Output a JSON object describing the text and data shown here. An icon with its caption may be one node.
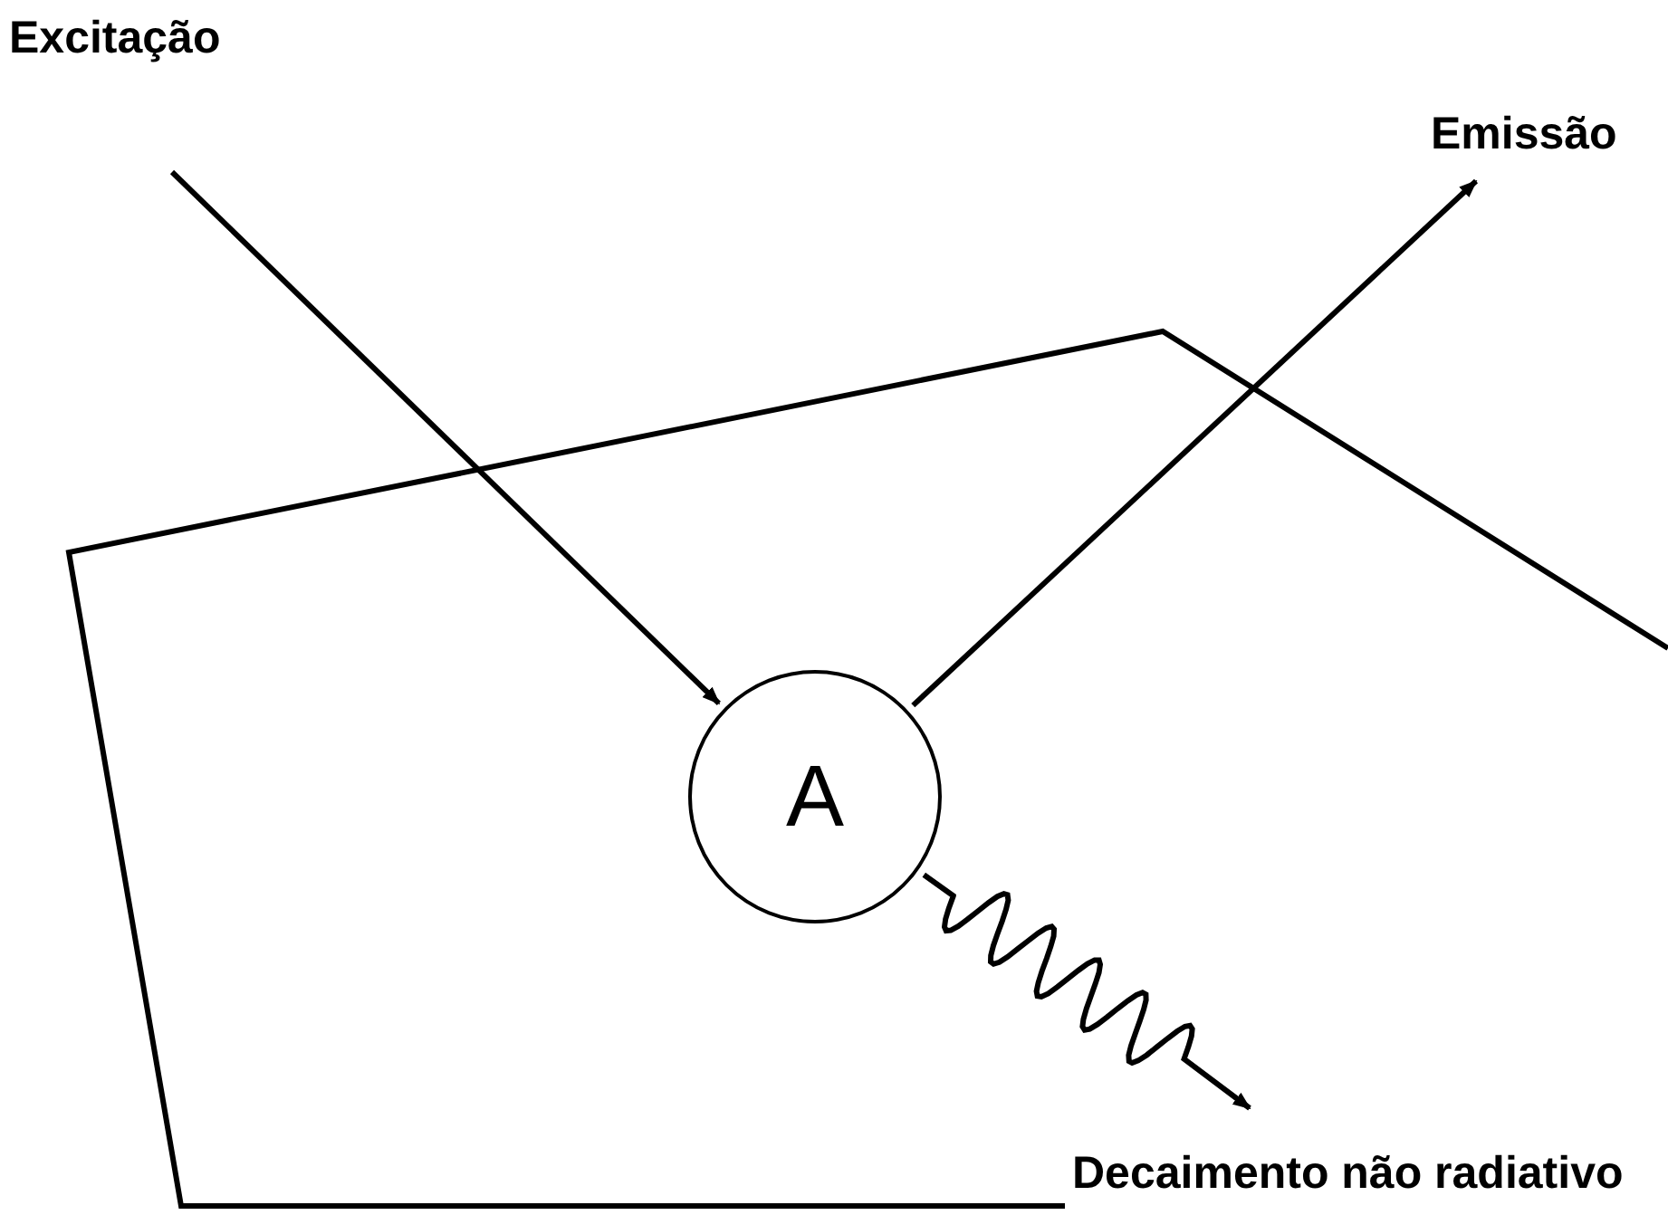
{
  "diagram": {
    "nodes": [
      {
        "text": [
          "Excitação"
        ]
      },
      {
        "text": [
          "Emissão"
        ]
      },
      {
        "text": [
          "A"
        ]
      },
      {
        "text": [
          "Decaimento não radiativo"
        ]
      }
    ],
    "edges": [
      {
        "from": 0,
        "to": 2,
        "arrow": "to"
      },
      {
        "from": 2,
        "to": 1,
        "arrow": "to"
      },
      {
        "from": 2,
        "to": 3,
        "arrow": "to"
      }
    ]
  }
}
